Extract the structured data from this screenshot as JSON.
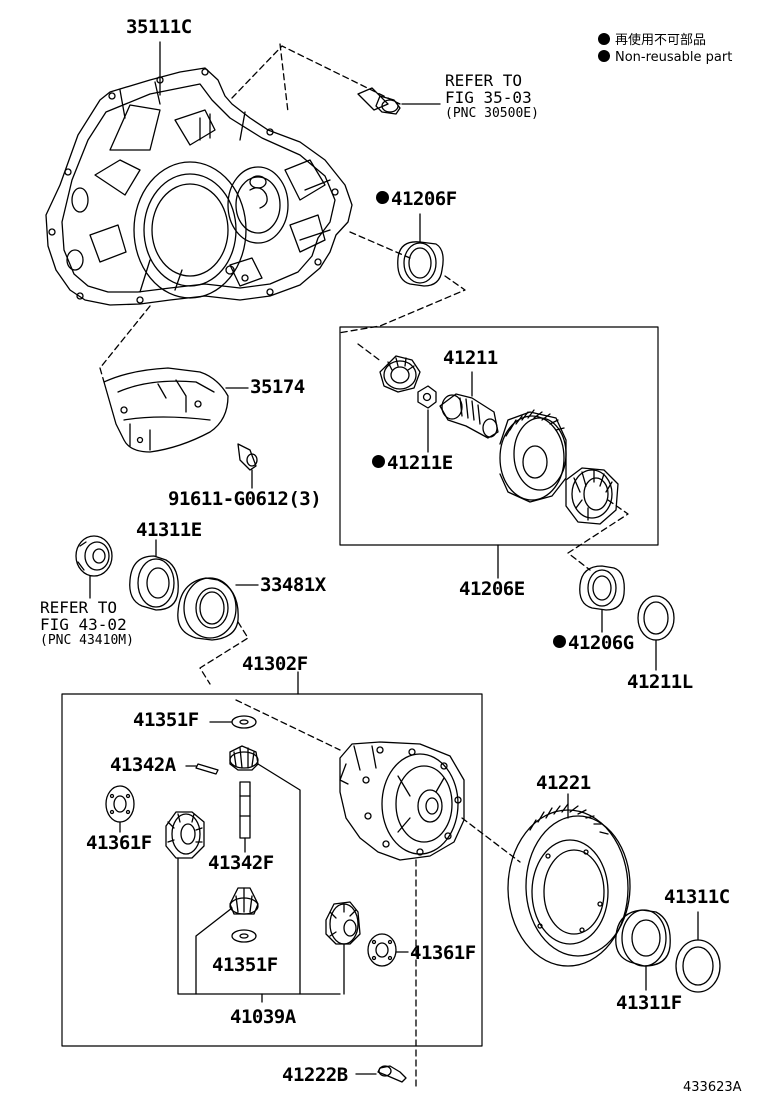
{
  "legend": {
    "line_jp": "再使用不可部品",
    "line_en": "Non-reusable part"
  },
  "diagram_code": "433623A",
  "refs": {
    "fig_35": {
      "line1": "REFER TO",
      "line2": "FIG 35-03",
      "line3": "(PNC 30500E)"
    },
    "fig_43": {
      "line1": "REFER TO",
      "line2": "FIG 43-02",
      "line3": "(PNC 43410M)"
    }
  },
  "parts": {
    "p35111C": "35111C",
    "p41206F": "41206F",
    "p41211": "41211",
    "p41211E": "41211E",
    "p35174": "35174",
    "p91611": "91611-G0612(3)",
    "p41311E": "41311E",
    "p33481X": "33481X",
    "p41206E": "41206E",
    "p41206G": "41206G",
    "p41211L": "41211L",
    "p41302F": "41302F",
    "p41351F_top": "41351F",
    "p41342A": "41342A",
    "p41361F_left": "41361F",
    "p41342F": "41342F",
    "p41351F_bot": "41351F",
    "p41361F_right": "41361F",
    "p41039A": "41039A",
    "p41221": "41221",
    "p41311C": "41311C",
    "p41311F": "41311F",
    "p41222B": "41222B"
  }
}
